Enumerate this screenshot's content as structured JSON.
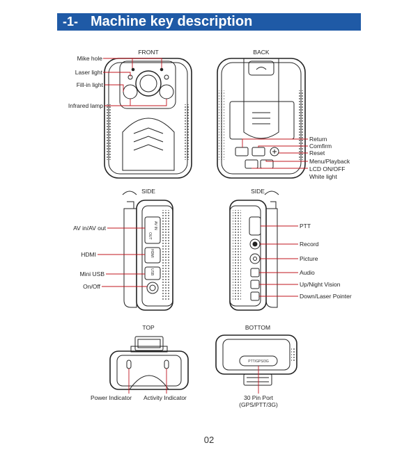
{
  "header": {
    "number": "-1-",
    "title": "Machine key description"
  },
  "views": {
    "front": "FRONT",
    "back": "BACK",
    "side_left": "SIDE",
    "side_right": "SIDE",
    "top": "TOP",
    "bottom": "BOTTOM"
  },
  "front_labels": {
    "mike_hole": "Mike hole",
    "laser_light": "Laser light",
    "fill_in_light": "Fill-in light",
    "infrared_lamp": "Infrared lamp"
  },
  "back_labels": {
    "return": "Return",
    "comfirm": "Comfirm",
    "reset": "Reset",
    "menu_playback": "Menu/Playback",
    "lcd_on_off": "LCD ON/OFF",
    "white_light": "White light"
  },
  "left_side_labels": {
    "av_in_out": "AV in/AV out",
    "hdmi": "HDMI",
    "mini_usb": "Mini USB",
    "on_off": "On/Off"
  },
  "left_side_port_text": {
    "av_in": "AV IN",
    "out": "OUT",
    "hdmi": "HDMI",
    "usb": "USB"
  },
  "right_side_labels": {
    "ptt": "PTT",
    "record": "Record",
    "picture": "Picture",
    "audio": "Audio",
    "up_night_vision": "Up/Night Vision",
    "down_laser_pointer": "Down/Laser Pointer"
  },
  "top_labels": {
    "power_indicator": "Power Indicator",
    "activity_indicator": "Activity Indicator"
  },
  "bottom_labels": {
    "port_line1": "30 Pin Port",
    "port_line2": "(GPS/PTT/3G)",
    "port_text": "PTT/GPS/3G"
  },
  "page_number": "02",
  "colors": {
    "title_bar": "#1f5aa6",
    "title_text": "#ffffff",
    "line_art": "#222222",
    "callout": "#c0141e"
  }
}
